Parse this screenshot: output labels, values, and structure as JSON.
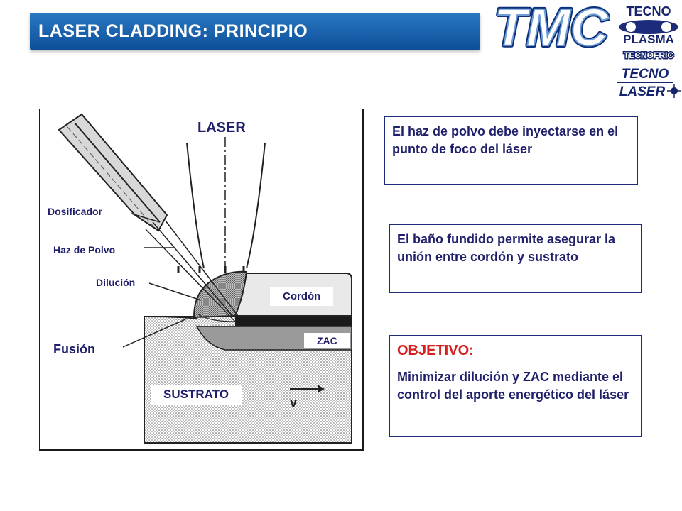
{
  "header": {
    "title": "LASER CLADDING: PRINCIPIO"
  },
  "logos": {
    "main": "TMC",
    "side": [
      "TECNO",
      "PLASMA",
      "TECNOFRIC",
      "TECNO",
      "LASER"
    ]
  },
  "diagram": {
    "laser_label": "LASER",
    "dosificador": "Dosificador",
    "haz_polvo": "Haz de Polvo",
    "dilucion": "Dilución",
    "fusion": "Fusión",
    "cordon": "Cordón",
    "zac": "ZAC",
    "sustrato": "SUSTRATO",
    "velocity": "v"
  },
  "boxes": {
    "box1": "El haz de polvo debe inyectarse en el punto de foco del láser",
    "box2": "El baño fundido permite asegurar la unión entre cordón y sustrato",
    "objetivo_title": "OBJETIVO:",
    "objetivo_text": "Minimizar dilución y ZAC mediante el control del aporte energético del láser"
  },
  "colors": {
    "title_bar": "#1565b5",
    "box_border": "#1f2a78",
    "text_dark": "#1f1f6b",
    "accent_red": "#d52020"
  }
}
